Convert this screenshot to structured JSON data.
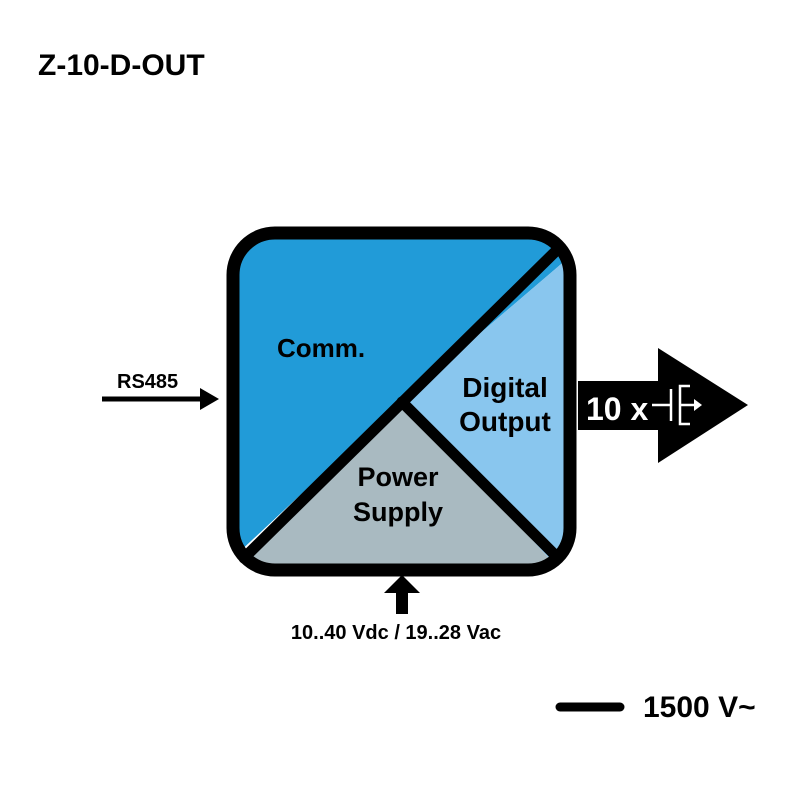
{
  "title": "Z-10-D-OUT",
  "colors": {
    "comm": "#219bd8",
    "digital_output": "#89c6ee",
    "power_supply": "#a9bac1",
    "outline": "#000000"
  },
  "blocks": {
    "comm": {
      "label": "Comm."
    },
    "digital_output": {
      "line1": "Digital",
      "line2": "Output"
    },
    "power_supply": {
      "line1": "Power",
      "line2": "Supply"
    }
  },
  "input": {
    "label": "RS485"
  },
  "output": {
    "label": "10 x",
    "symbol": "transistor-output-icon"
  },
  "power": {
    "label": "10..40 Vdc / 19..28 Vac"
  },
  "isolation": {
    "label": "1500 V~"
  }
}
